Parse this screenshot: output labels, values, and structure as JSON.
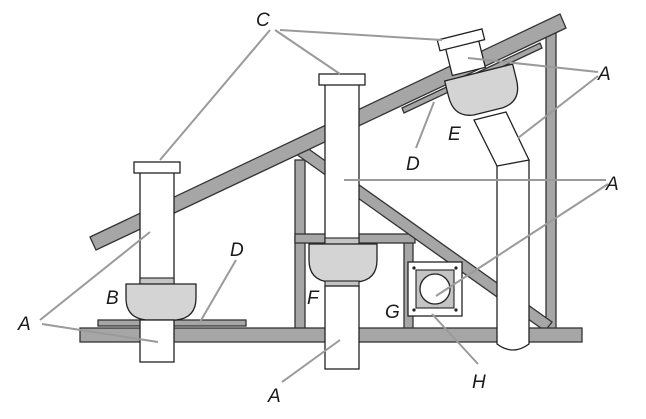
{
  "labels": {
    "A": "A",
    "B": "B",
    "C": "C",
    "D": "D",
    "E": "E",
    "F": "F",
    "G": "G",
    "H": "H"
  },
  "colors": {
    "framing": "#a6a6a6",
    "fitting": "#d4d4d4",
    "leader": "#9a9a9a",
    "outline": "#222222"
  }
}
